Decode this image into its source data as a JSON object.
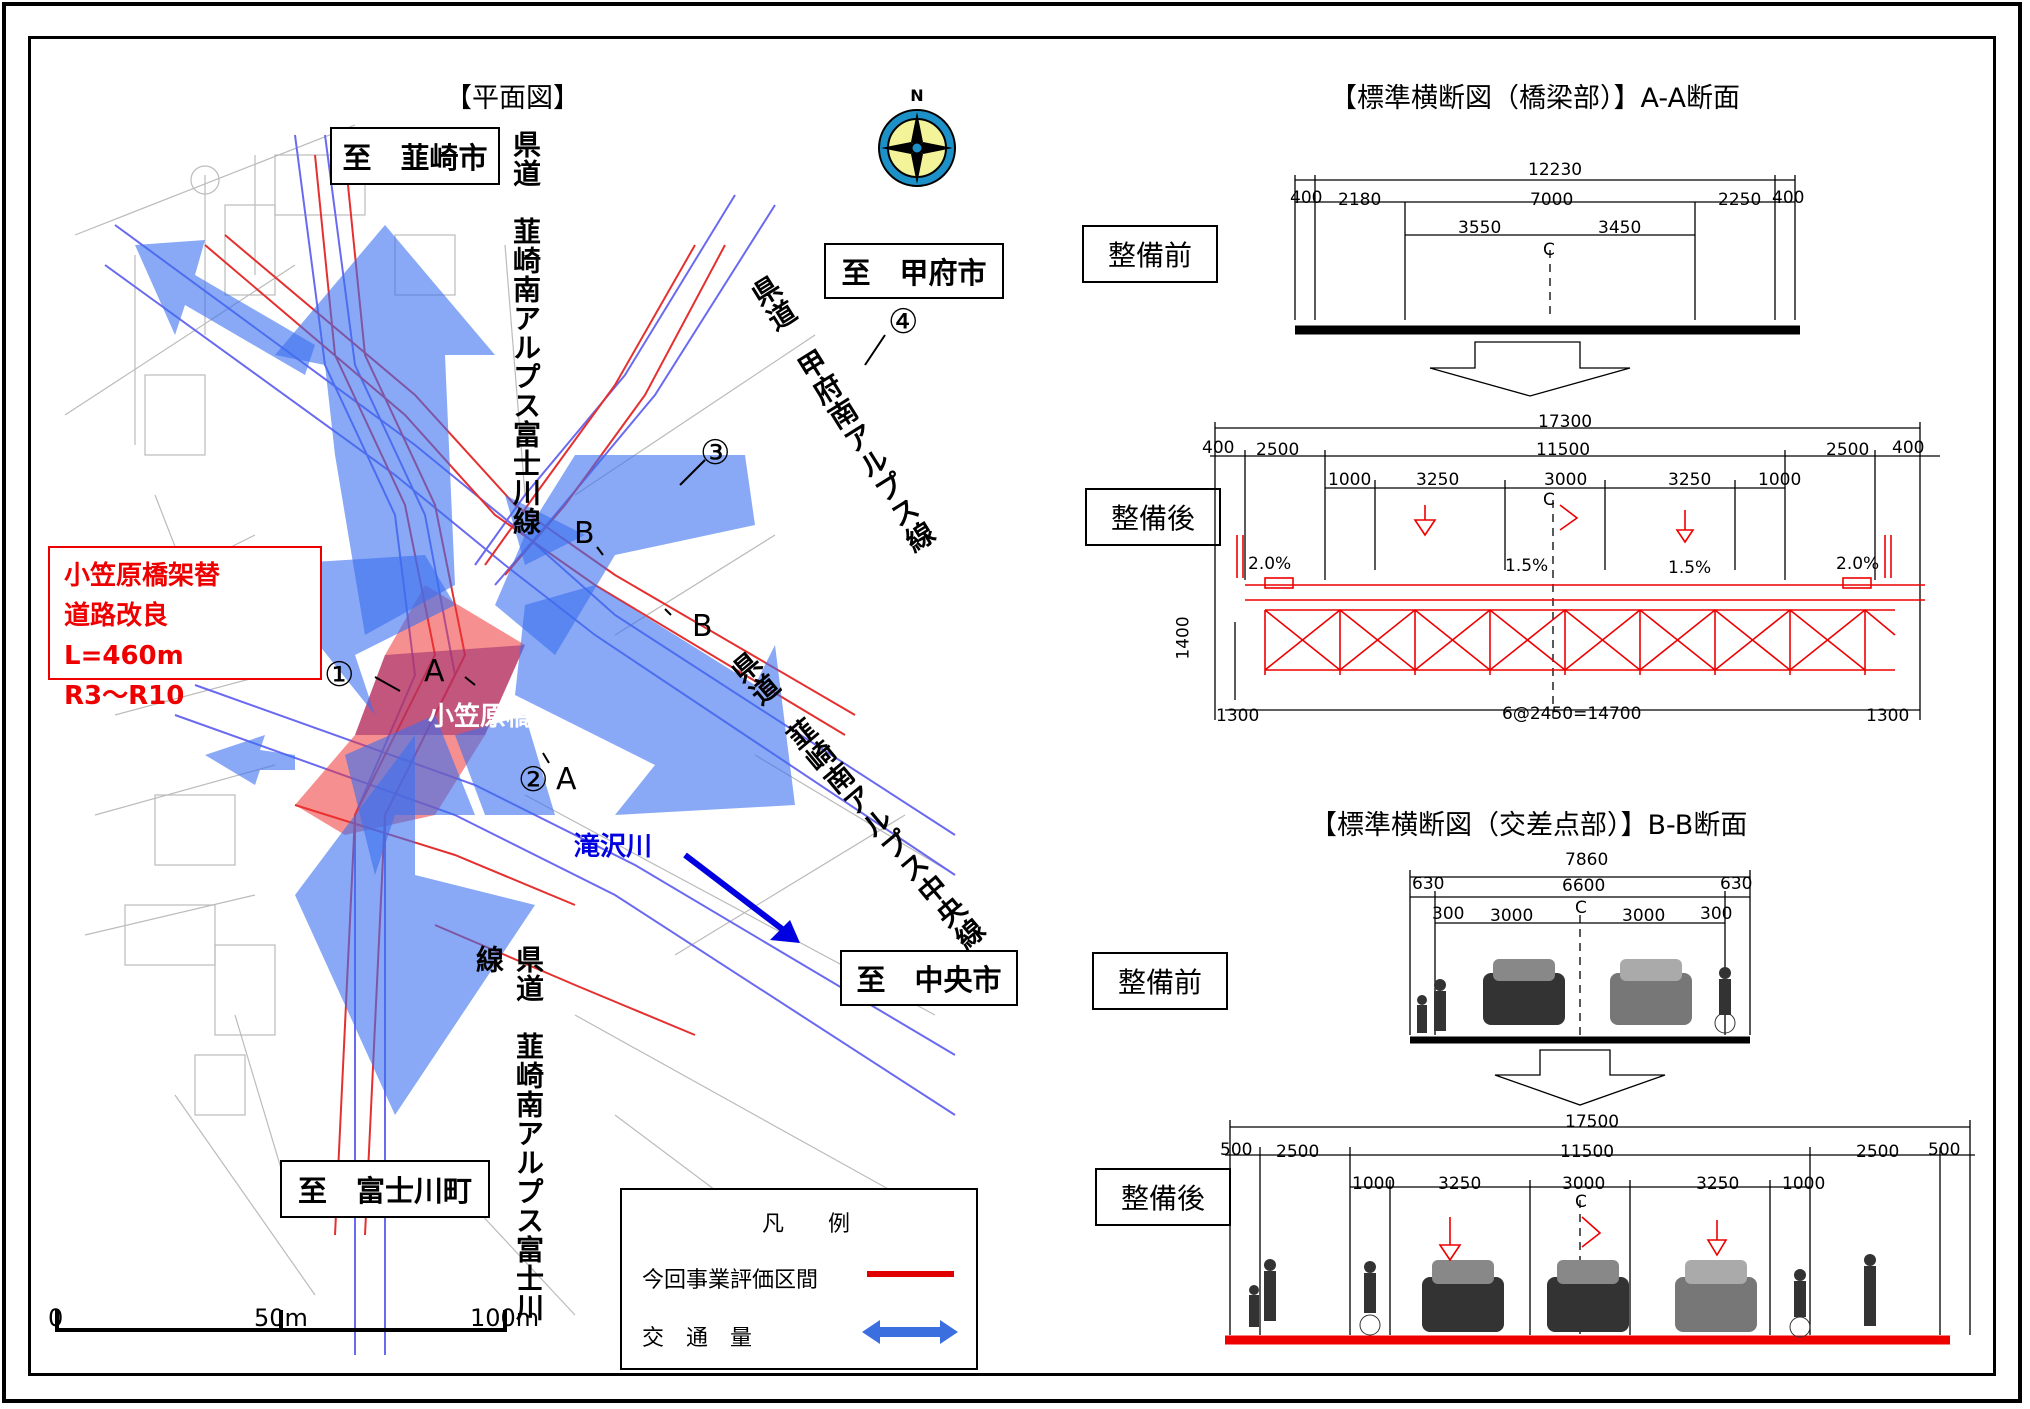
{
  "plan": {
    "title": "【平面図】",
    "to_nirasaki": "至　韮崎市",
    "to_kofu": "至　甲府市",
    "to_chuo": "至　中央市",
    "to_fujikawa": "至　富士川町",
    "road_fujikawa_top": "県道　韮崎南アルプス富士川線",
    "road_kofu": "県道　甲府南アルプス線",
    "road_chuo": "県道　韮崎南アルプス中央線",
    "road_fujikawa_bottom": "県道　韮崎南アルプス富士川線",
    "bridge_label": "小笠原橋",
    "river_label": "滝沢川",
    "compass_n": "N",
    "markers": [
      "①",
      "②",
      "③",
      "④"
    ],
    "section_a1": "A",
    "section_a2": "A",
    "section_b1": "B",
    "section_b2": "B",
    "project_box": [
      "小笠原橋架替",
      "道路改良　L=460m",
      "R3〜R10"
    ],
    "scale": [
      "0",
      "50m",
      "100m"
    ]
  },
  "legend": {
    "title": "凡　　例",
    "item1": "今回事業評価区間",
    "item2": "交　通　量",
    "item1_color": "#e00000",
    "item2_color": "#3b6fe0"
  },
  "section_aa": {
    "title": "【標準横断図（橋梁部）】A-A断面",
    "before_label": "整備前",
    "after_label": "整備後",
    "before_dims": [
      "12230",
      "400",
      "2180",
      "7000",
      "2250",
      "400",
      "3550",
      "3450",
      "C"
    ],
    "after_dims": [
      "17300",
      "400",
      "2500",
      "11500",
      "2500",
      "400",
      "1000",
      "3250",
      "3000",
      "3250",
      "1000",
      "C",
      "2.0%",
      "1.5%",
      "1.5%",
      "2.0%",
      "1400",
      "1300",
      "6@2450=14700",
      "1300"
    ]
  },
  "section_bb": {
    "title": "【標準横断図（交差点部）】B-B断面",
    "before_label": "整備前",
    "after_label": "整備後",
    "before_dims": [
      "7860",
      "630",
      "6600",
      "630",
      "300",
      "3000",
      "C",
      "3000",
      "300"
    ],
    "after_dims": [
      "17500",
      "500",
      "2500",
      "11500",
      "2500",
      "500",
      "1000",
      "3250",
      "3000",
      "3250",
      "1000",
      "C"
    ]
  }
}
